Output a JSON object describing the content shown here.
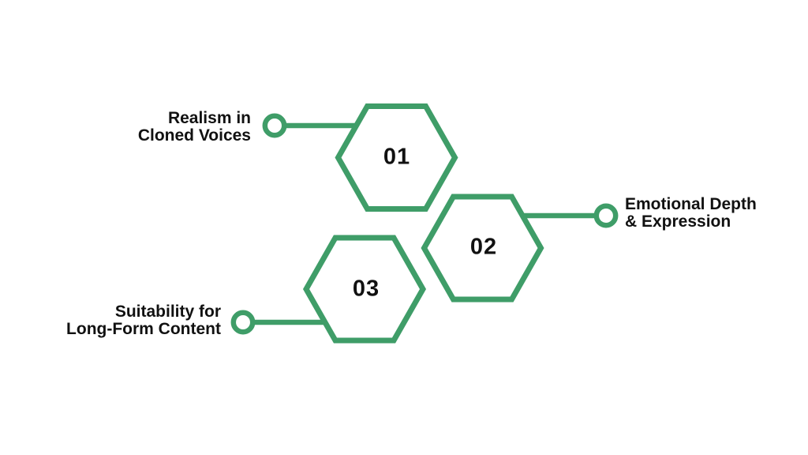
{
  "diagram": {
    "type": "hexagon-infographic",
    "background_color": "#ffffff",
    "accent_color": "#3f9d68",
    "text_color": "#111111",
    "items": [
      {
        "number": "01",
        "label_line1": "Realism in",
        "label_line2": "Cloned Voices",
        "label_side": "left"
      },
      {
        "number": "02",
        "label_line1": "Emotional Depth",
        "label_line2": "& Expression",
        "label_side": "right"
      },
      {
        "number": "03",
        "label_line1": "Suitability for",
        "label_line2": "Long-Form Content",
        "label_side": "left"
      }
    ]
  }
}
